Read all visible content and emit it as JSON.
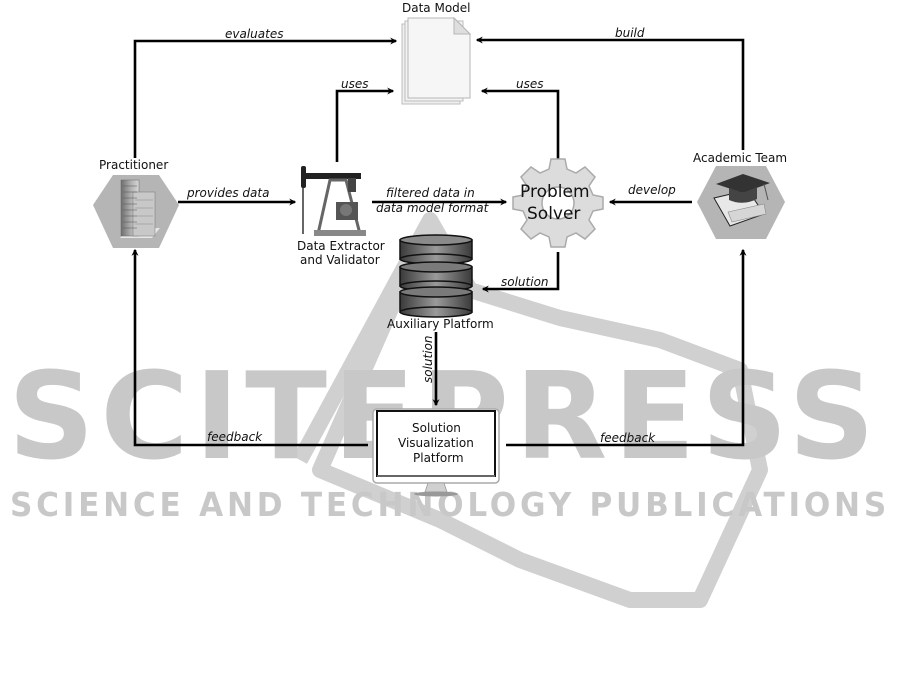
{
  "diagram": {
    "nodes": {
      "data_model": {
        "label": "Data Model",
        "icon": "document-stack-icon"
      },
      "practitioner": {
        "label": "Practitioner",
        "icon": "office-building-icon"
      },
      "extractor": {
        "label_line1": "Data Extractor",
        "label_line2": "and Validator",
        "icon": "oil-pump-jack-icon"
      },
      "problem_solver": {
        "label_line1": "Problem",
        "label_line2": "Solver",
        "icon": "gear-icon"
      },
      "academic_team": {
        "label": "Academic Team",
        "icon": "graduation-cap-icon"
      },
      "auxiliary": {
        "label": "Auxiliary Platform",
        "icon": "database-icon"
      },
      "visualization": {
        "label_line1": "Solution",
        "label_line2": "Visualization",
        "label_line3": "Platform",
        "icon": "monitor-icon"
      }
    },
    "edges": {
      "evaluates": "evaluates",
      "build": "build",
      "uses_extractor": "uses",
      "uses_solver": "uses",
      "provides_data": "provides data",
      "filtered_line1": "filtered data in",
      "filtered_line2": "data model format",
      "develop": "develop",
      "solution_solver": "solution",
      "solution_aux": "solution",
      "feedback_left": "feedback",
      "feedback_right": "feedback"
    }
  },
  "watermark": {
    "line1": "SCITEPRESS",
    "line2": "SCIENCE AND TECHNOLOGY PUBLICATIONS"
  },
  "colors": {
    "hexagon_fill": "#b5b5b5",
    "watermark": "#c8c8c8",
    "line": "#000000"
  }
}
